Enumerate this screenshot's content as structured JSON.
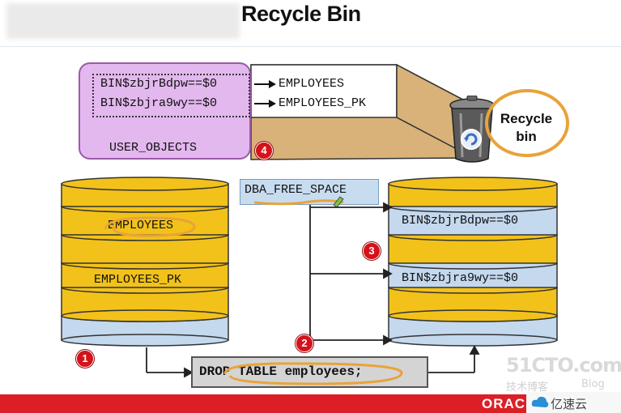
{
  "title": "Recycle Bin",
  "user_objects": {
    "entries": [
      {
        "bin_name": "BIN$zbjrBdpw==$0",
        "object": "EMPLOYEES"
      },
      {
        "bin_name": "BIN$zbjra9wy==$0",
        "object": "EMPLOYEES_PK"
      }
    ],
    "label": "USER_OBJECTS"
  },
  "recycle_bin_label": "Recycle bin",
  "dba_free_space": "DBA_FREE_SPACE",
  "left_tablespace": {
    "table_label": "EMPLOYEES",
    "index_label": "EMPLOYEES_PK"
  },
  "right_tablespace": {
    "table_label": "BIN$zbjrBdpw==$0",
    "index_label": "BIN$zbjra9wy==$0"
  },
  "drop_statement": "DROP TABLE employees;",
  "step_numbers": [
    "1",
    "2",
    "3",
    "4"
  ],
  "footer": {
    "brand": "ORACLE",
    "watermark_site": "51CTO.com",
    "watermark_sub": "技术博客",
    "watermark_blog": "Blog",
    "watermark_logo": "亿速云"
  },
  "colors": {
    "disk_gold": "#f2c21a",
    "disk_blue": "#c4d8ee",
    "user_objects_fill": "#e3b8ee",
    "step_red": "#d5121a",
    "highlight_orange": "#e8a33a"
  }
}
